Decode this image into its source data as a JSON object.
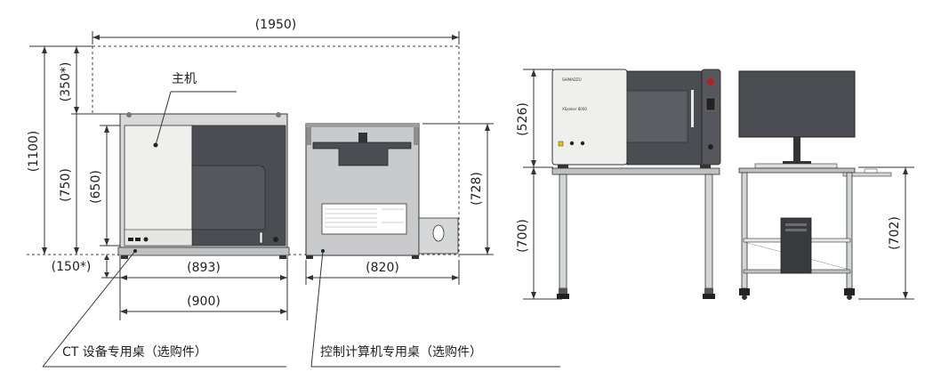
{
  "labels": {
    "host": "主机",
    "ct_desk": "CT 设备专用桌（选购件）",
    "pc_desk": "控制计算机专用桌（选购件）"
  },
  "dimensions": {
    "total_width": "(1950)",
    "total_height": "(1100)",
    "top_clearance": "(350*)",
    "ct_height": "(750)",
    "ct_body_height": "(650)",
    "bottom_clearance": "(150*)",
    "ct_body_width": "(893)",
    "ct_desk_width": "(900)",
    "pc_desk_width": "(820)",
    "pc_desk_height": "(728)",
    "side_unit_height": "(526)",
    "side_desk_height": "(700)",
    "side_pc_desk_height": "(702)"
  },
  "device": {
    "brand": "SHIMADZU",
    "model": "XSeeker 8000"
  },
  "colors": {
    "panel_light": "#efefed",
    "panel_dark": "#4b4d52",
    "desk_gray": "#bfc0c2",
    "line": "#333333"
  }
}
